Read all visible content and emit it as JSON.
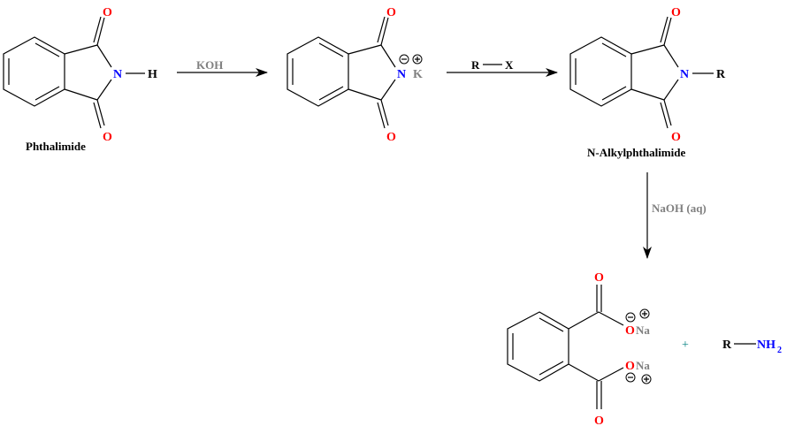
{
  "colors": {
    "oxygen": "#ff0000",
    "nitrogen": "#0000ff",
    "reagent": "#808080",
    "plus": "#008080"
  },
  "reactants": {
    "phthalimide_label": "Phthalimide",
    "O": "O",
    "N": "N",
    "H": "H"
  },
  "step1": {
    "reagent": "KOH"
  },
  "intermediate": {
    "O": "O",
    "N": "N",
    "K": "K"
  },
  "step2": {
    "R": "R",
    "X": "X"
  },
  "product1": {
    "label": "N-Alkylphthalimide",
    "O": "O",
    "N": "N",
    "R": "R"
  },
  "step3": {
    "reagent": "NaOH (aq)"
  },
  "final": {
    "O": "O",
    "Na": "Na",
    "plus": "+",
    "R": "R",
    "NH": "NH",
    "sub2": "2"
  }
}
